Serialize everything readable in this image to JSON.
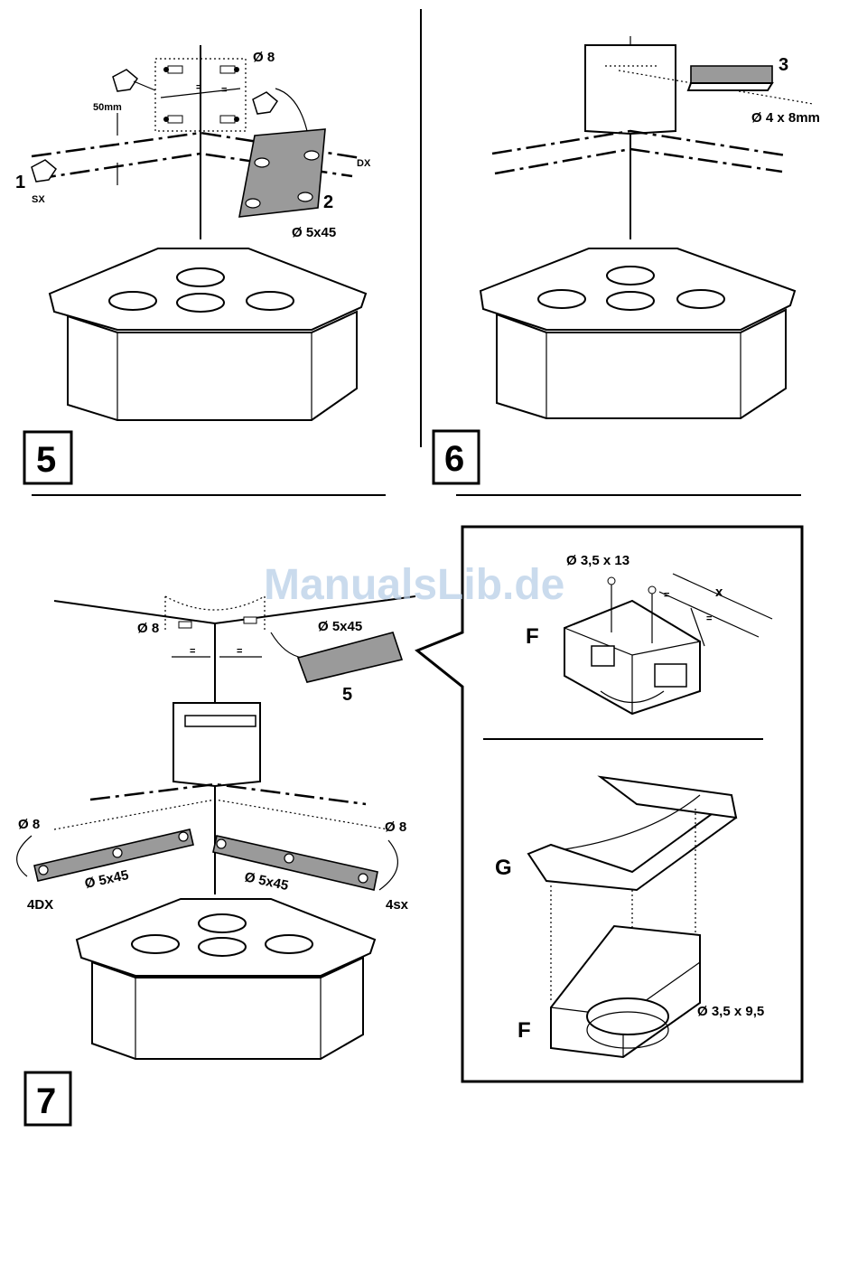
{
  "watermark": "ManualsLib.de",
  "steps": {
    "s5": {
      "number": "5",
      "label_1": "1",
      "label_sx": "SX",
      "label_2": "2",
      "label_dx": "DX",
      "dim_50": "50mm",
      "dia_8": "Ø 8",
      "screw": "Ø 5x45",
      "equal": "="
    },
    "s6": {
      "number": "6",
      "label_3": "3",
      "screw": "Ø 4 x 8mm"
    },
    "s7": {
      "number": "7",
      "dia_8_top": "Ø 8",
      "screw_top": "Ø 5x45",
      "label_5": "5",
      "equal": "=",
      "dia_8_left": "Ø 8",
      "dia_8_right": "Ø 8",
      "screw_left": "Ø 5x45",
      "screw_right": "Ø 5x45",
      "label_4dx": "4DX",
      "label_4sx": "4sx"
    },
    "detail": {
      "label_f_top": "F",
      "screw_top": "Ø 3,5 x 13",
      "x": "x",
      "equal": "=",
      "label_g": "G",
      "label_f_bottom": "F",
      "screw_bottom": "Ø 3,5 x 9,5"
    }
  }
}
